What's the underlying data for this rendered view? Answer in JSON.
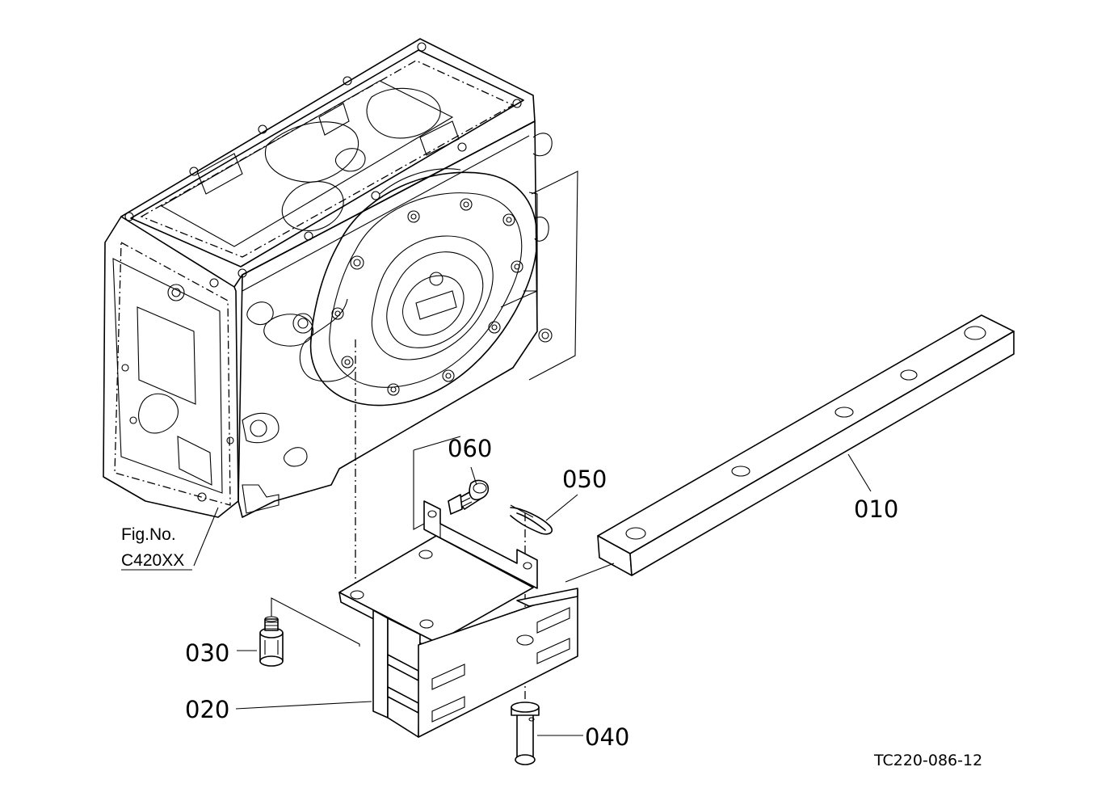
{
  "figure_ref": {
    "line1": "Fig.No.",
    "line2": "C420XX"
  },
  "callouts": [
    {
      "id": "010",
      "text": "010"
    },
    {
      "id": "020",
      "text": "020"
    },
    {
      "id": "030",
      "text": "030"
    },
    {
      "id": "040",
      "text": "040"
    },
    {
      "id": "050",
      "text": "050"
    },
    {
      "id": "060",
      "text": "060"
    }
  ],
  "drawing_number": "TC220-086-12"
}
